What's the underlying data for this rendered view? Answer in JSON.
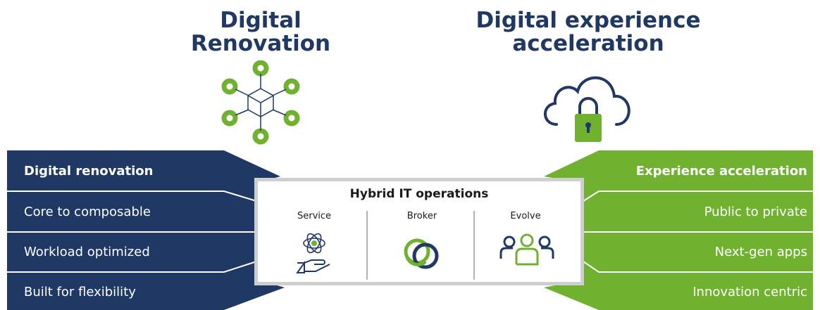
{
  "left_heading": "Digital\nRenovation",
  "right_heading": "Digital experience\nacceleration",
  "left_rows": [
    "Digital renovation",
    "Core to composable",
    "Workload optimized",
    "Built for flexibility"
  ],
  "right_rows": [
    "Experience acceleration",
    "Public to private",
    "Next-gen apps",
    "Innovation centric"
  ],
  "center": {
    "title": "Hybrid IT operations",
    "columns": [
      {
        "label": "Service",
        "icon": "atom-hand-icon"
      },
      {
        "label": "Broker",
        "icon": "interlocked-rings-icon"
      },
      {
        "label": "Evolve",
        "icon": "people-group-icon"
      }
    ]
  },
  "colors": {
    "navy": "#1f3864",
    "green": "#70b22f",
    "divider": "#cfcfcf"
  }
}
